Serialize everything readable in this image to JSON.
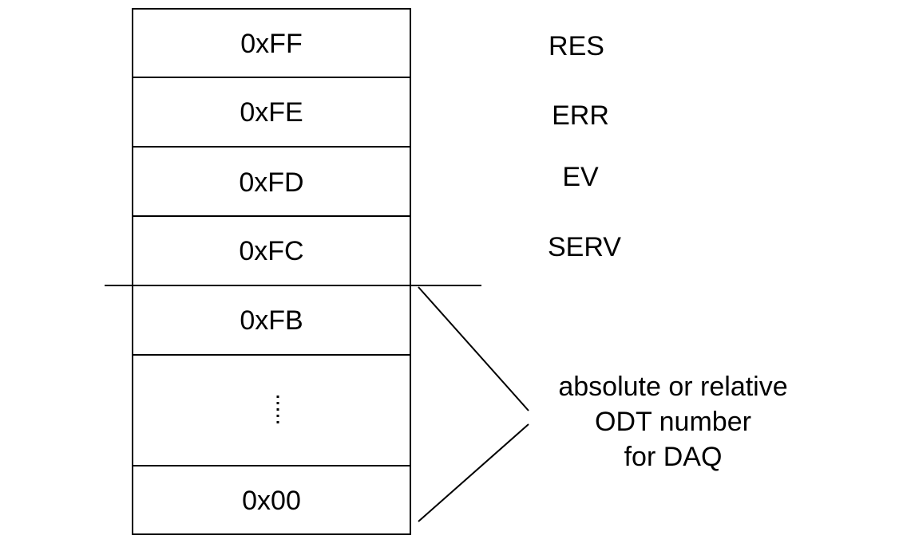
{
  "cells": [
    {
      "text": "0xFF",
      "label": "RES"
    },
    {
      "text": "0xFE",
      "label": "ERR"
    },
    {
      "text": "0xFD",
      "label": "EV"
    },
    {
      "text": "0xFC",
      "label": "SERV"
    },
    {
      "text": "0xFB",
      "label": ""
    },
    {
      "text": "",
      "label": ""
    },
    {
      "text": "0x00",
      "label": ""
    }
  ],
  "note": {
    "line1": "absolute or relative",
    "line2": "ODT number",
    "line3": "for DAQ"
  }
}
